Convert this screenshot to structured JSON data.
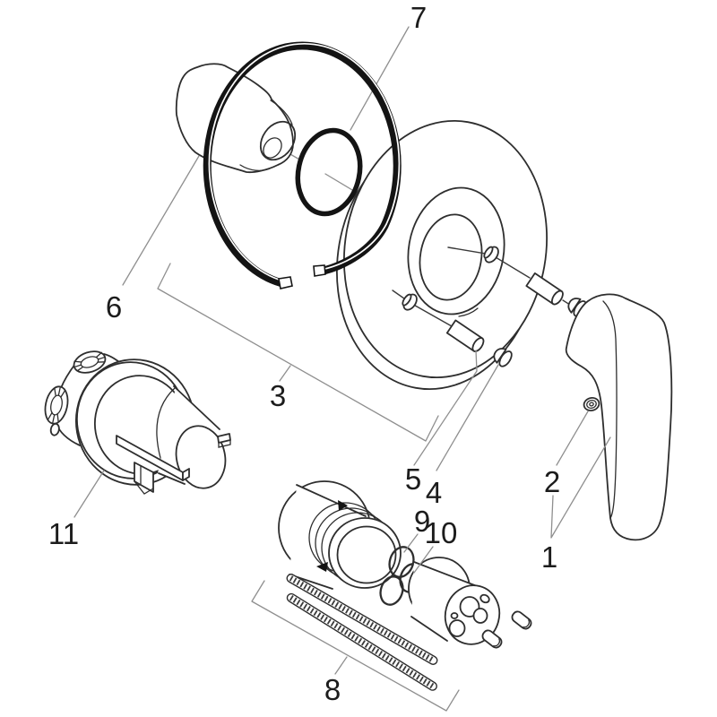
{
  "diagram": {
    "background_color": "#ffffff",
    "outline_color": "#2e2e2e",
    "ring_color": "#141414",
    "leader_color": "#8f8f8f",
    "label_color": "#1c1c1c",
    "labels": {
      "p1": "1",
      "p2": "2",
      "p3": "3",
      "p4": "4",
      "p5": "5",
      "p6": "6",
      "p7": "7",
      "p8": "8",
      "p9": "9",
      "p10": "10",
      "p11": "11"
    }
  }
}
